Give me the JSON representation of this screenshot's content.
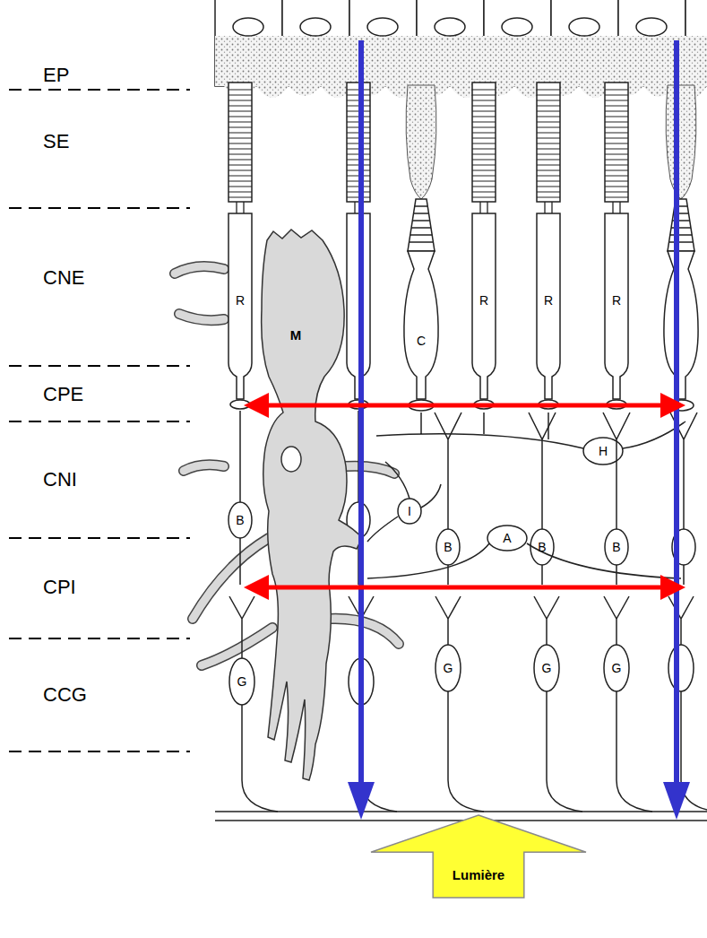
{
  "diagram": {
    "nodes": [
      {
        "text": [
          "Lumière"
        ]
      }
    ],
    "labels": [
      "EP",
      "SE",
      "CNE",
      "CPE",
      "CNI",
      "CPI",
      "CCG",
      "R",
      "M",
      "C",
      "R",
      "R",
      "R",
      "H",
      "B",
      "I",
      "B",
      "B",
      "B",
      "A",
      "G",
      "G",
      "G",
      "G"
    ]
  }
}
